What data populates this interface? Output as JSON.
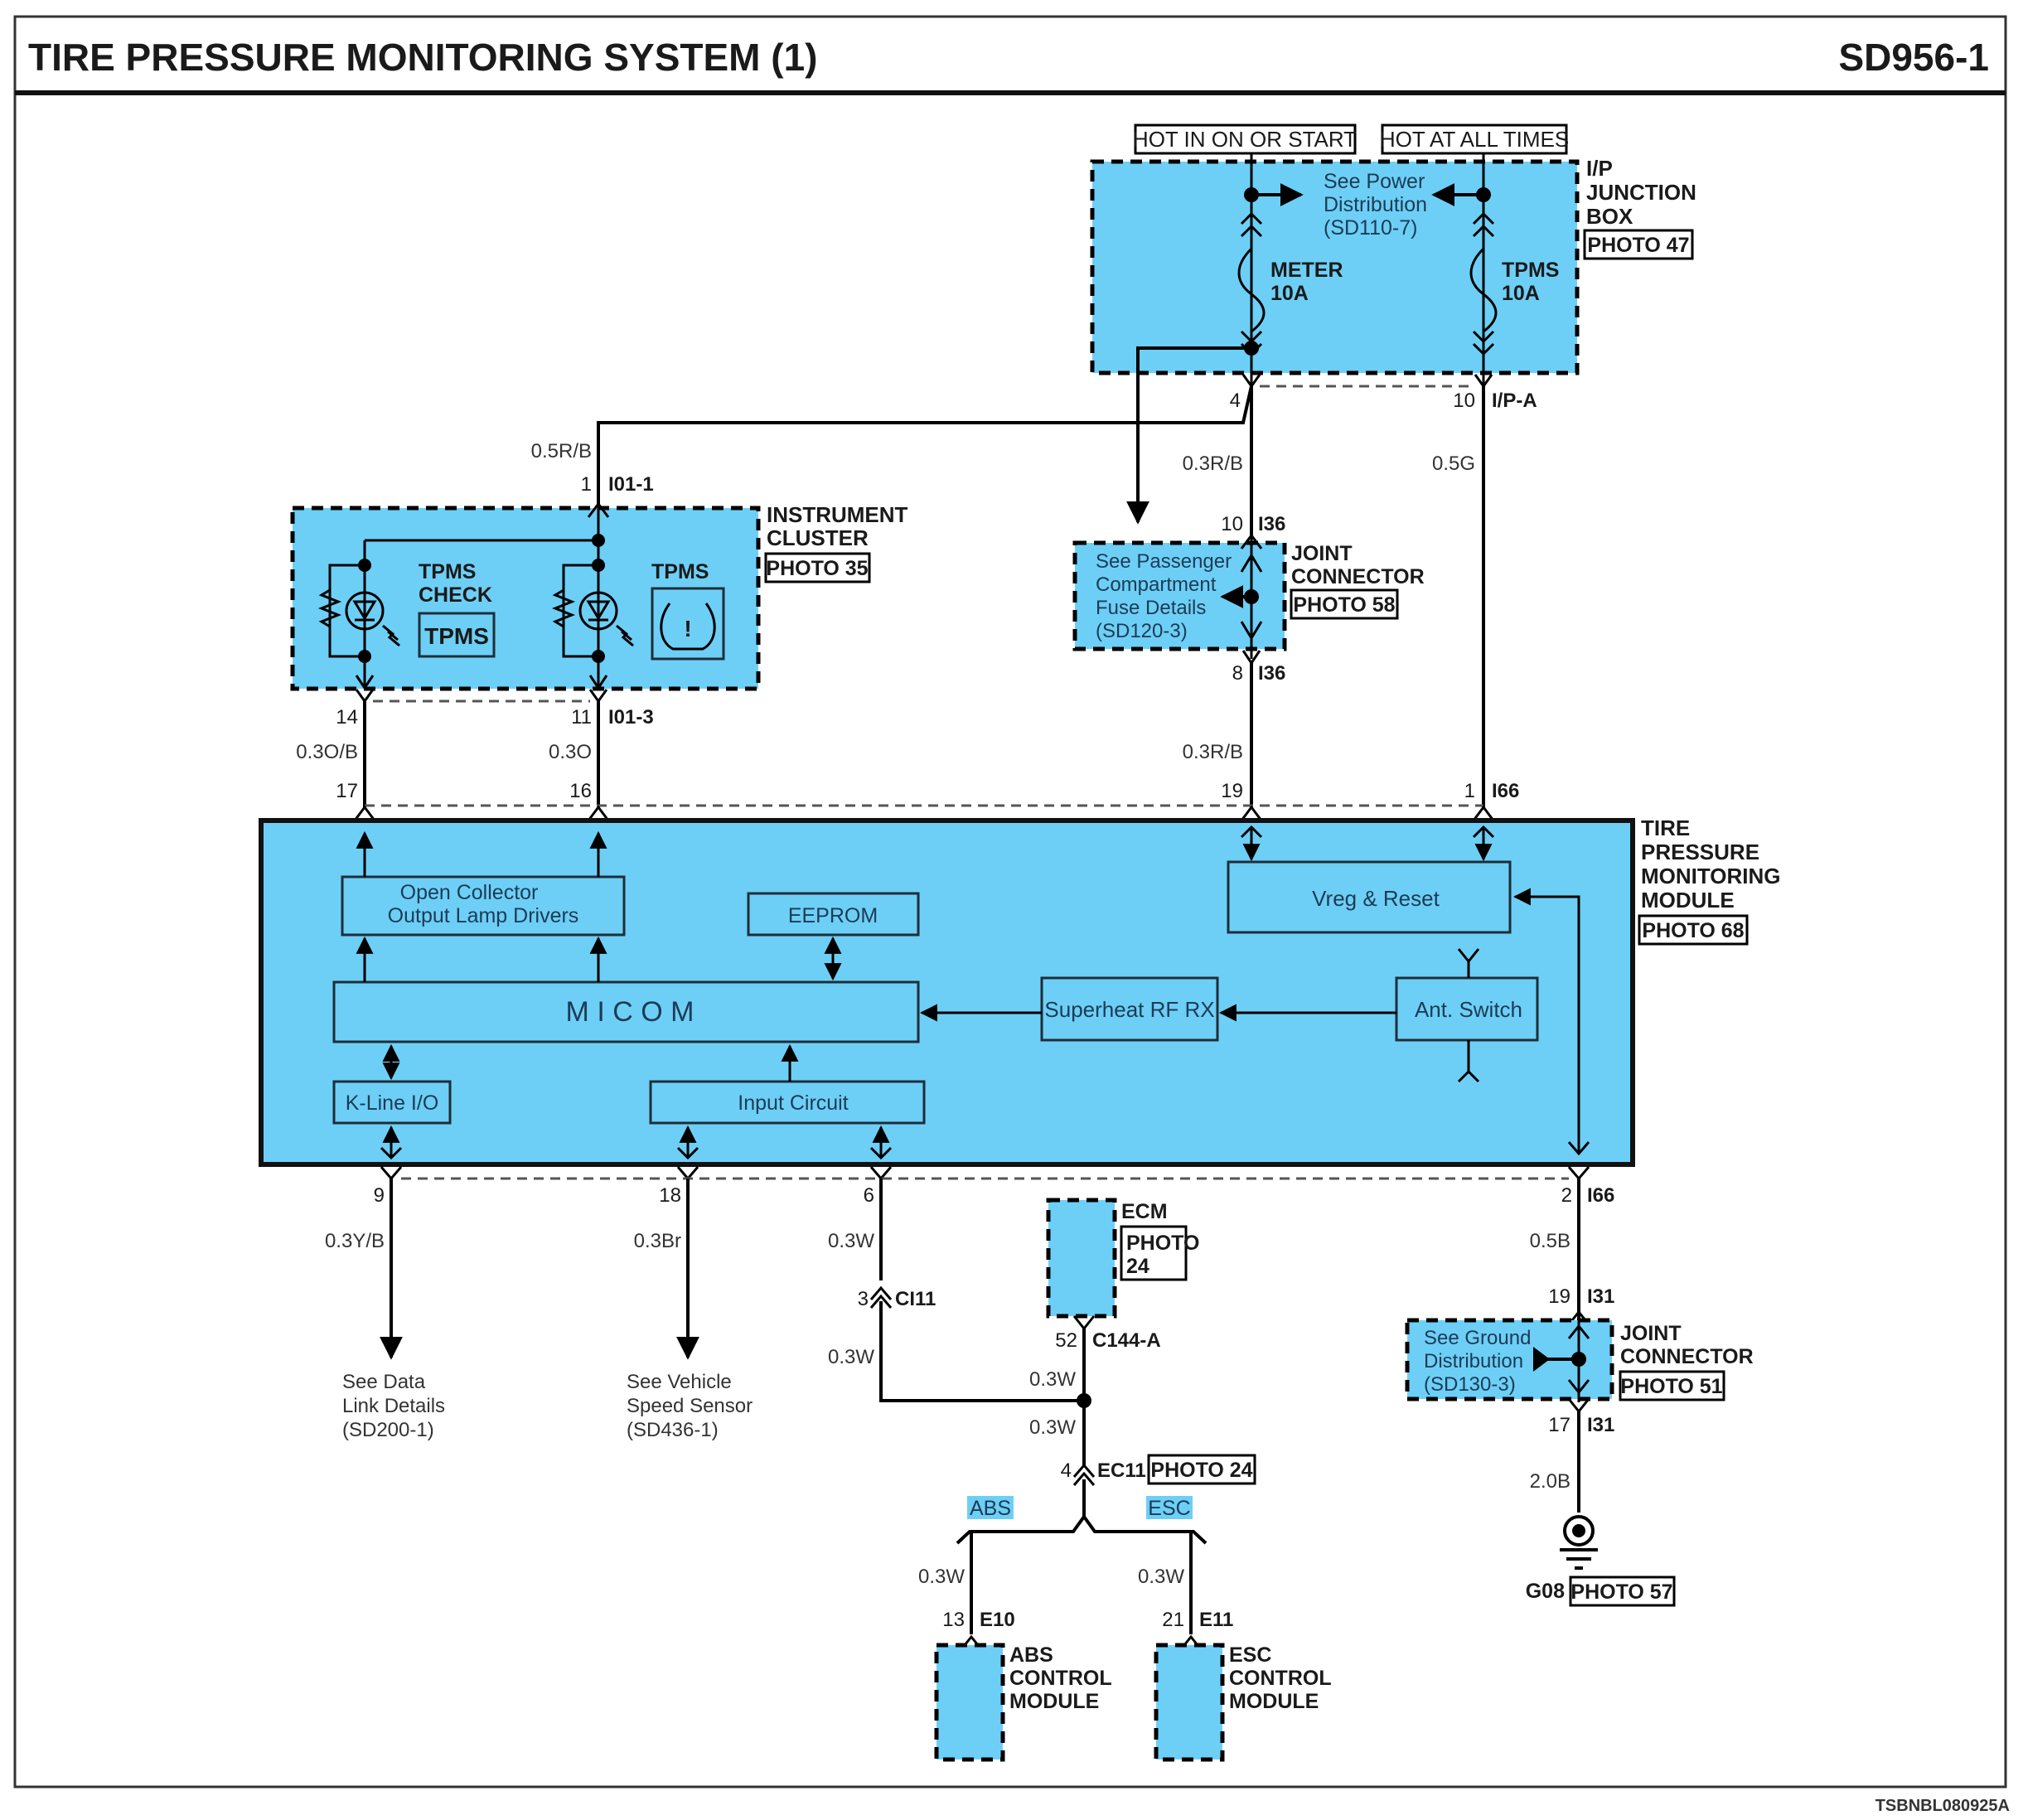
{
  "header": {
    "title": "TIRE PRESSURE MONITORING SYSTEM (1)",
    "page_code": "SD956-1"
  },
  "footer": {
    "doc_id": "TSBNBL080925A"
  },
  "colors": {
    "component_fill": "#6dcff6",
    "line": "#000000"
  },
  "power": {
    "hot_run": "HOT IN ON OR START",
    "hot_always": "HOT AT ALL TIMES",
    "junction_box": {
      "name_lines": [
        "I/P",
        "JUNCTION",
        "BOX"
      ],
      "photo": "PHOTO 47",
      "ref_lines": [
        "See Power",
        "Distribution",
        "(SD110-7)"
      ],
      "fuse1": {
        "name": "METER",
        "rating": "10A"
      },
      "fuse2": {
        "name": "TPMS",
        "rating": "10A"
      },
      "pin_left": "4",
      "pin_right": "10",
      "connector": "I/P-A"
    }
  },
  "wires": {
    "w_05RB": "0.5R/B",
    "w_03RB_top": "0.3R/B",
    "w_05G": "0.5G",
    "w_03OB": "0.3O/B",
    "w_03O": "0.3O",
    "w_03RB_mid": "0.3R/B",
    "w_03YB": "0.3Y/B",
    "w_03Br": "0.3Br",
    "w_03W_a": "0.3W",
    "w_03W_b": "0.3W",
    "w_03W_c": "0.3W",
    "w_03W_d": "0.3W",
    "w_03W_abs": "0.3W",
    "w_03W_esc": "0.3W",
    "w_05B": "0.5B",
    "w_20B": "2.0B"
  },
  "cluster": {
    "name_lines": [
      "INSTRUMENT",
      "CLUSTER"
    ],
    "photo": "PHOTO 35",
    "top_pin": "1",
    "top_connector": "I01-1",
    "lamp1_lines": [
      "TPMS",
      "CHECK"
    ],
    "lamp1_badge": "TPMS",
    "lamp2_label": "TPMS",
    "lamp2_icon_glyph": "!",
    "pin_left": "14",
    "pin_right": "11",
    "bottom_connector": "I01-3"
  },
  "joint_i36": {
    "name_lines": [
      "JOINT",
      "CONNECTOR"
    ],
    "photo": "PHOTO 58",
    "ref_lines": [
      "See Passenger",
      "Compartment",
      "Fuse Details",
      "(SD120-3)"
    ],
    "top_pin": "10",
    "top_connector": "I36",
    "bottom_pin": "8",
    "bottom_connector": "I36"
  },
  "module": {
    "name_lines": [
      "TIRE",
      "PRESSURE",
      "MONITORING",
      "MODULE"
    ],
    "photo": "PHOTO 68",
    "top_pins": [
      "17",
      "16",
      "19",
      "1"
    ],
    "top_connector": "I66",
    "bottom_pins": [
      "9",
      "18",
      "6",
      "2"
    ],
    "bottom_connector": "I66",
    "blocks": {
      "lamp_drivers": [
        "Open Collector",
        "Output Lamp Drivers"
      ],
      "eeprom": "EEPROM",
      "micom": "M I C O M",
      "vreg": "Vreg & Reset",
      "rf_rx": "Superheat RF RX",
      "ant_switch": "Ant. Switch",
      "kline": "K-Line I/O",
      "input": "Input Circuit"
    }
  },
  "references": {
    "data_link": [
      "See Data",
      "Link Details",
      "(SD200-1)"
    ],
    "vss": [
      "See Vehicle",
      "Speed Sensor",
      "(SD436-1)"
    ]
  },
  "ecm": {
    "name": "ECM",
    "photo_lines": [
      "PHOTO",
      "24"
    ],
    "pin": "52",
    "connector": "C144-A"
  },
  "ci11": {
    "pin": "3",
    "connector": "CI11"
  },
  "ec11": {
    "pin": "4",
    "connector": "EC11",
    "photo": "PHOTO 24"
  },
  "options": {
    "abs": "ABS",
    "esc": "ESC"
  },
  "abs_module": {
    "pin": "13",
    "connector": "E10",
    "name_lines": [
      "ABS",
      "CONTROL",
      "MODULE"
    ]
  },
  "esc_module": {
    "pin": "21",
    "connector": "E11",
    "name_lines": [
      "ESC",
      "CONTROL",
      "MODULE"
    ]
  },
  "joint_i31": {
    "name_lines": [
      "JOINT",
      "CONNECTOR"
    ],
    "photo": "PHOTO 51",
    "ref_lines": [
      "See Ground",
      "Distribution",
      "(SD130-3)"
    ],
    "top_pin": "19",
    "top_connector": "I31",
    "bottom_pin": "17",
    "bottom_connector": "I31"
  },
  "ground": {
    "name": "G08",
    "photo": "PHOTO 57"
  }
}
